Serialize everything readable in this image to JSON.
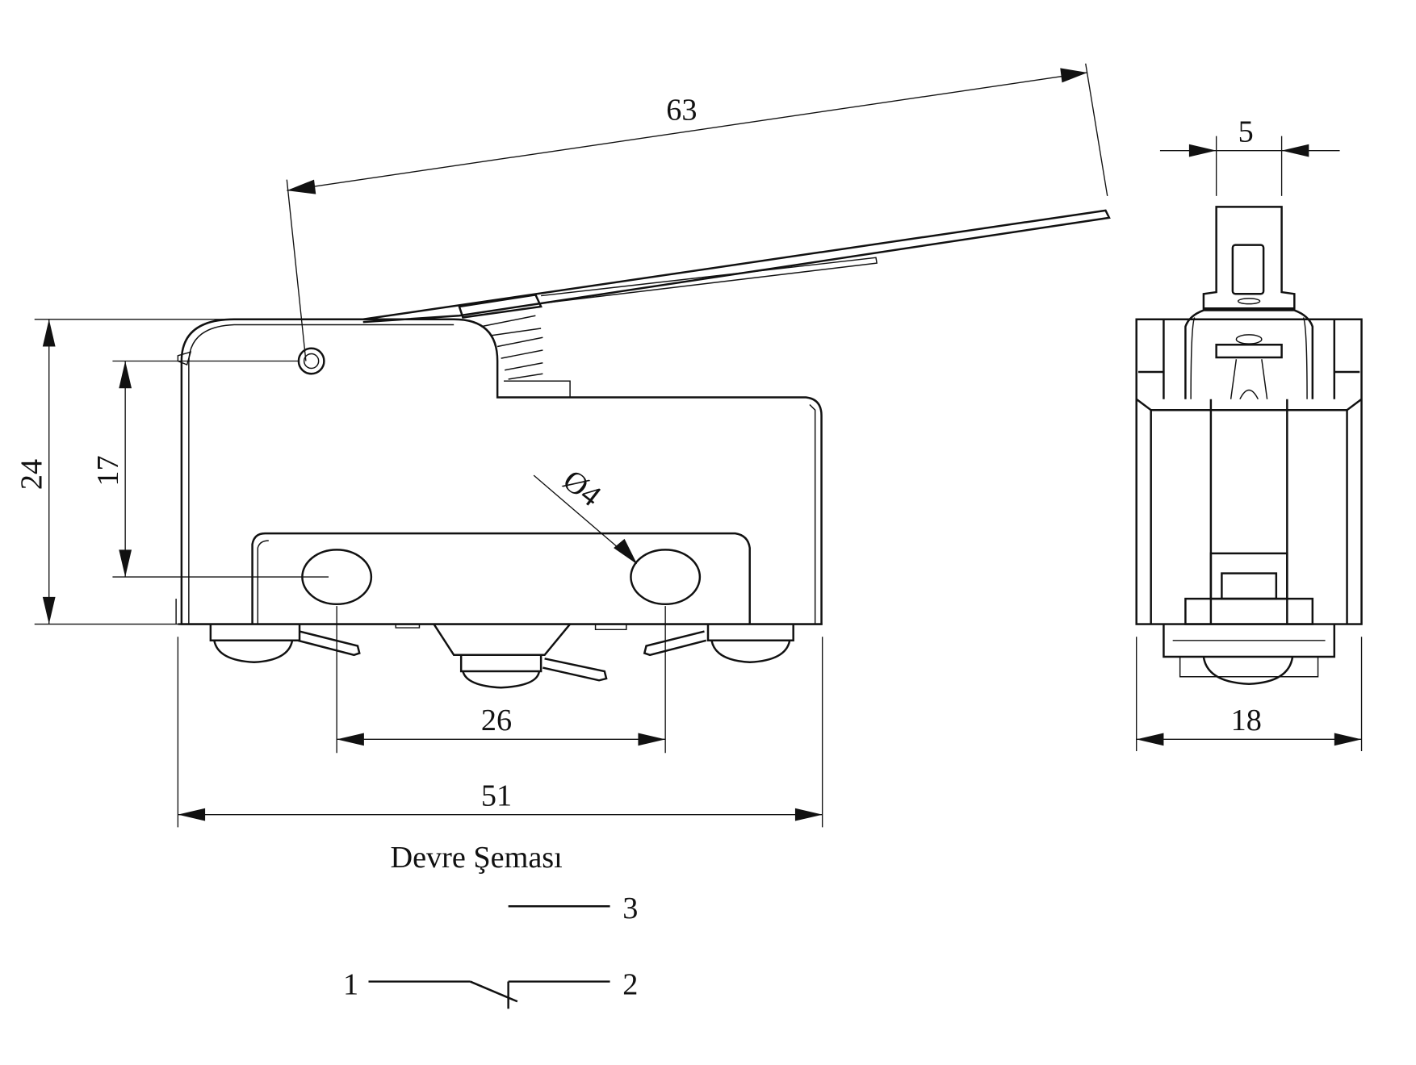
{
  "drawing": {
    "side_view": {
      "dimensions": {
        "lever_length": "63",
        "overall_height": "24",
        "mount_hole_spacing_vertical": "17",
        "hole_diameter": "Ø4",
        "mount_hole_spacing_horizontal": "26",
        "overall_length": "51"
      }
    },
    "front_view": {
      "dimensions": {
        "plunger_width": "5",
        "overall_width": "18"
      }
    },
    "circuit": {
      "title": "Devre Şeması",
      "terminals": [
        "1",
        "2",
        "3"
      ]
    },
    "colors": {
      "line": "#111111",
      "background": "#ffffff"
    }
  }
}
